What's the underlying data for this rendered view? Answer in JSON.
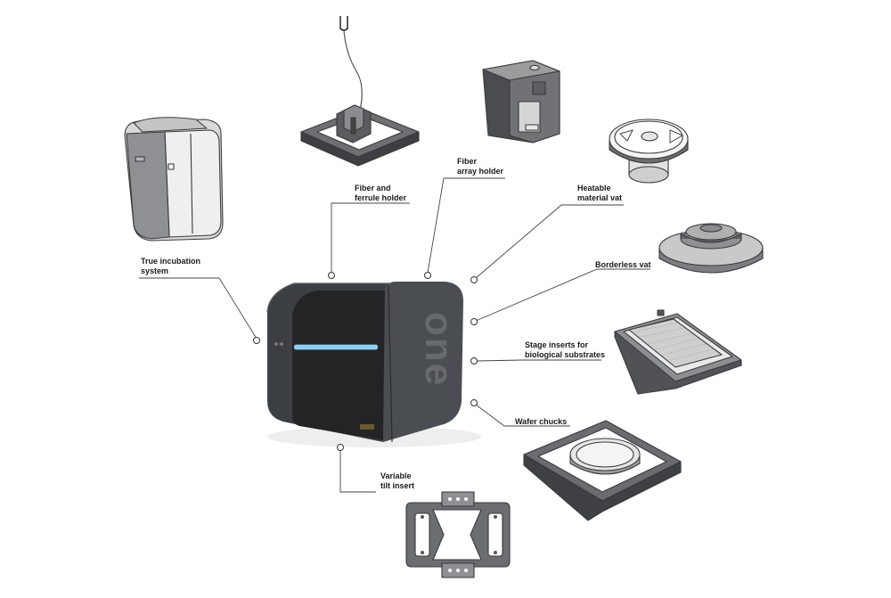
{
  "device": {
    "brand_text": "one"
  },
  "labels": {
    "incubation": [
      "True incubation",
      "system"
    ],
    "fiber_ferrule": [
      "Fiber and",
      "ferrule holder"
    ],
    "fiber_array": [
      "Fiber",
      "array holder"
    ],
    "heatable_vat": [
      "Heatable",
      "material vat"
    ],
    "borderless_vat": [
      "Borderless vat"
    ],
    "stage_inserts": [
      "Stage inserts for",
      "biological substrates"
    ],
    "wafer_chucks": [
      "Wafer chucks"
    ],
    "tilt_insert": [
      "Variable",
      "tilt insert"
    ]
  },
  "colors": {
    "device_dark": "#3c3f43",
    "device_front": "#222426",
    "led_strip": "#7fc8f0",
    "part_gray": "#8a8c8e",
    "part_light": "#e4e4e4"
  }
}
